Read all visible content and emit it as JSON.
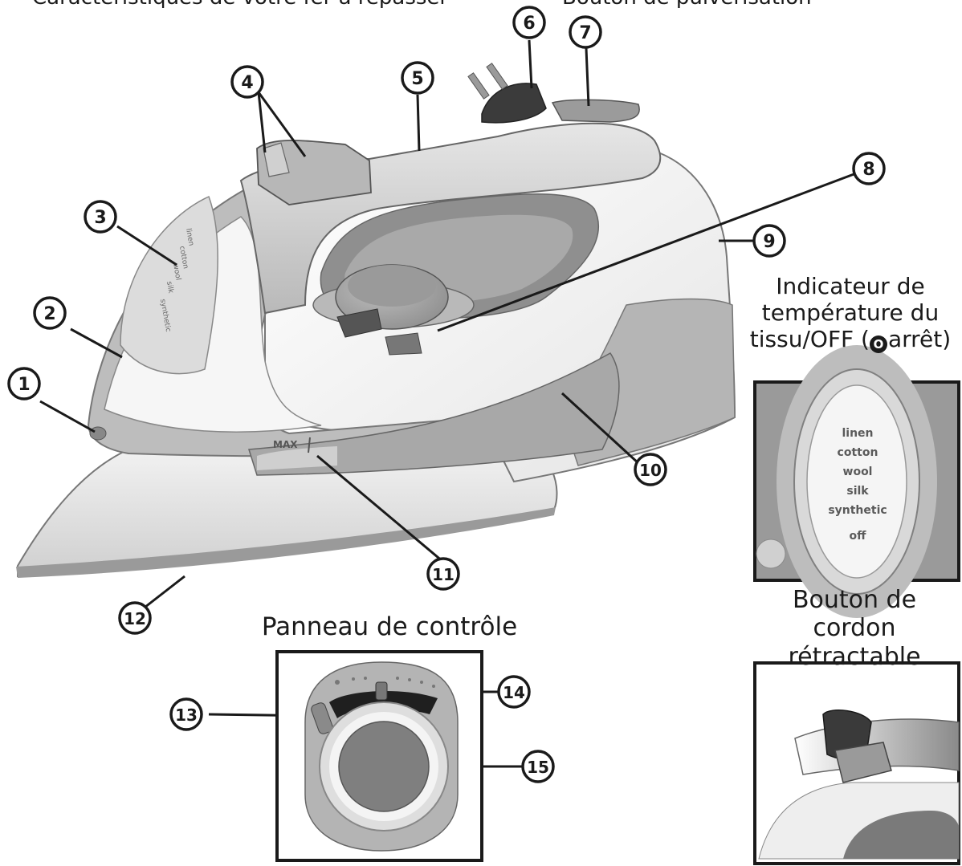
{
  "top_cut_left": "Caractéristiques de votre fer à repasser",
  "top_cut_right": "Bouton de pulvérisation",
  "callouts": [
    "1",
    "2",
    "3",
    "4",
    "5",
    "6",
    "7",
    "8",
    "9",
    "10",
    "11",
    "12",
    "13",
    "14",
    "15"
  ],
  "temperature_caption": {
    "line1": "Indicateur de",
    "line2": "température du",
    "line3_pre": "tissu/OFF (",
    "line3_mark": "O",
    "line3_post": "arrêt)"
  },
  "temperature_dial": [
    "linen",
    "cotton",
    "wool",
    "silk",
    "synthetic",
    "off"
  ],
  "iron_labels": {
    "max": "MAX",
    "side_settings": [
      "linen",
      "cotton",
      "wool",
      "silk",
      "synthetic"
    ]
  },
  "panel_caption": "Panneau de contrôle",
  "cord_caption": {
    "line1": "Bouton de",
    "line2": "cordon rétractable"
  },
  "colors": {
    "body_gray": "#a8a8a8",
    "light_gray": "#d9d9d9",
    "outline": "#555555",
    "frame": "#1a1a1a"
  }
}
